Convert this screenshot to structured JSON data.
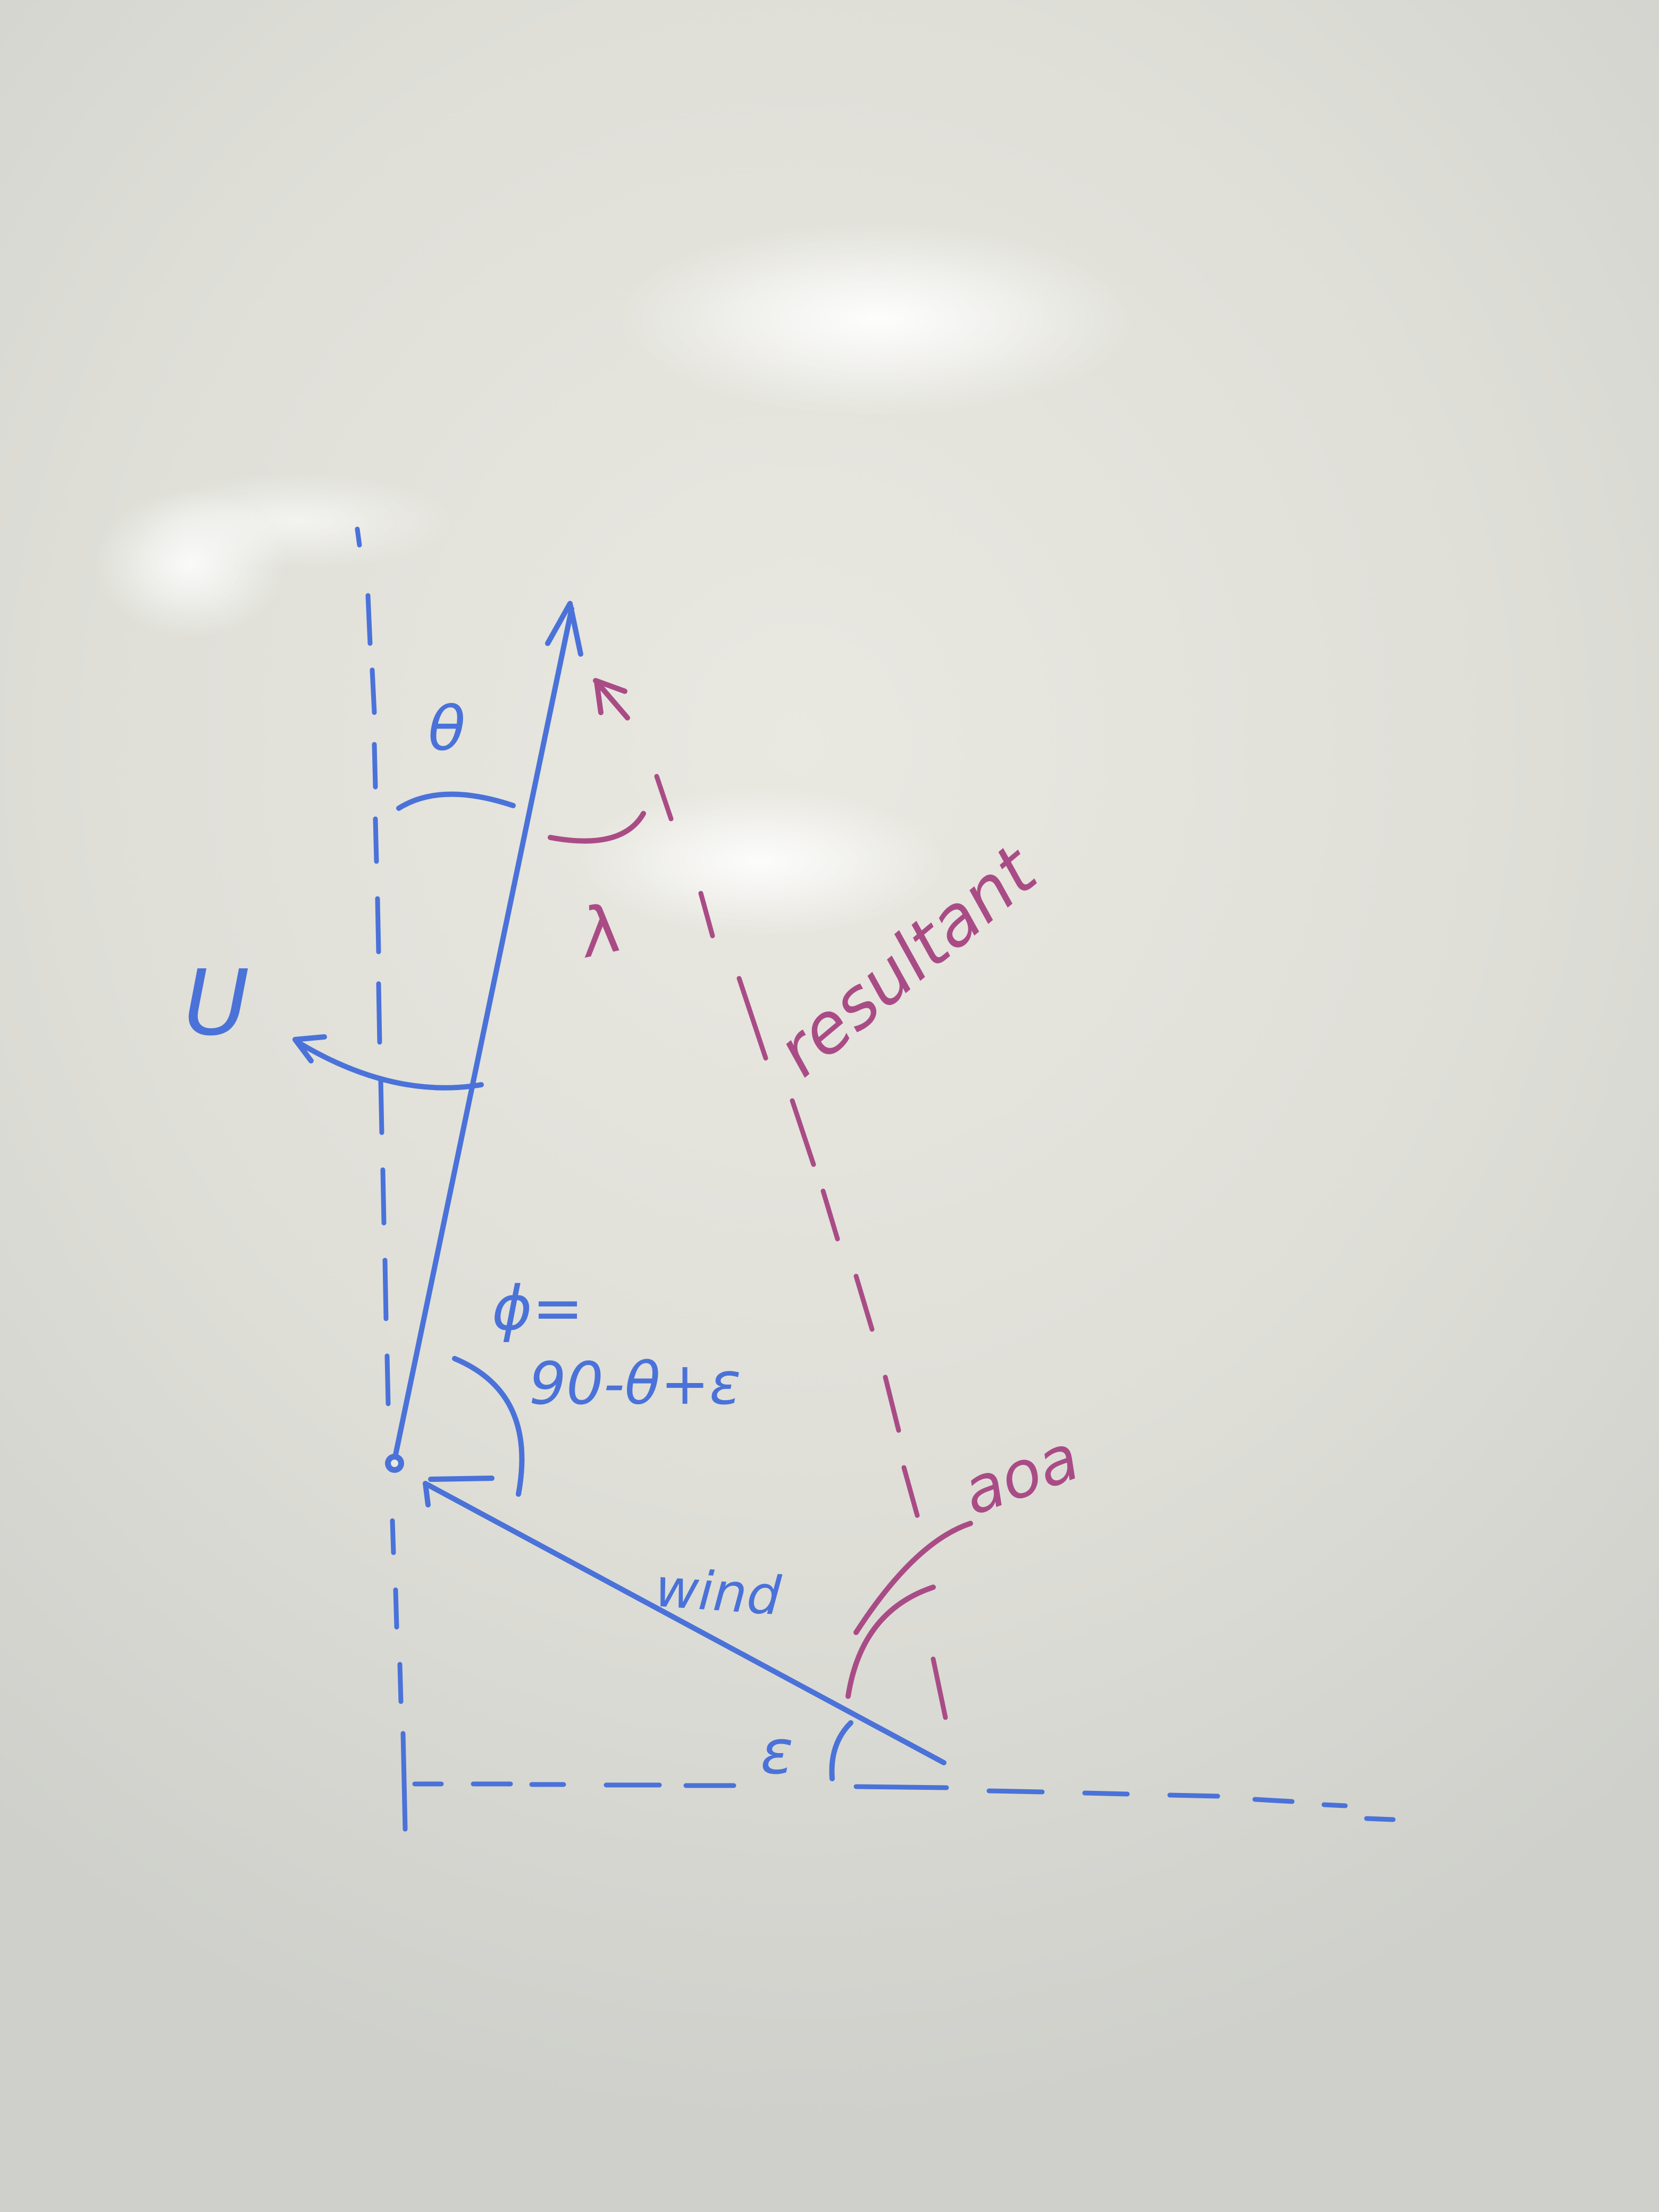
{
  "labels": {
    "theta": "θ",
    "u": "U",
    "phi_line1": "ϕ=",
    "phi_line2": "90-θ+ε",
    "wind": "wind",
    "epsilon": "ε",
    "lambda": "λ",
    "resultant": "resultant",
    "aoa": "aoa"
  },
  "colors": {
    "blue_marker": "#4a72d9",
    "magenta_marker": "#a94c86",
    "board": "#e4e3dc"
  }
}
